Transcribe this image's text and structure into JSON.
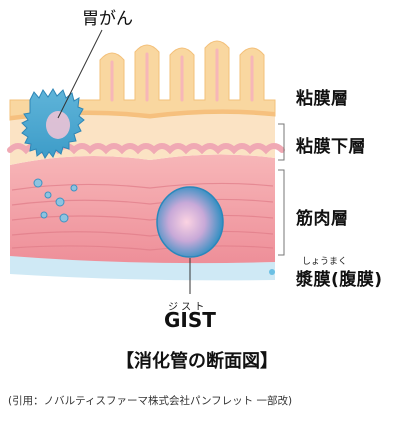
{
  "labels": {
    "gastric_cancer": "胃がん",
    "mucosa": "粘膜層",
    "submucosa": "粘膜下層",
    "muscle": "筋肉層",
    "serosa": "漿膜(腹膜)",
    "serosa_ruby": "しょうまく",
    "gist": "GIST",
    "gist_ruby": "ジ ス ト"
  },
  "title": "【消化管の断面図】",
  "citation": "(引用：ノバルティスファーマ株式会社パンフレット 一部改)",
  "colors": {
    "mucosa": "#f9d7a0",
    "submucosa": "#fbe3c4",
    "muscle": "#f2a2a7",
    "serosa": "#cfe9f5",
    "tumor": "#4aa6cf",
    "tumor_light": "#f7c7d7"
  }
}
